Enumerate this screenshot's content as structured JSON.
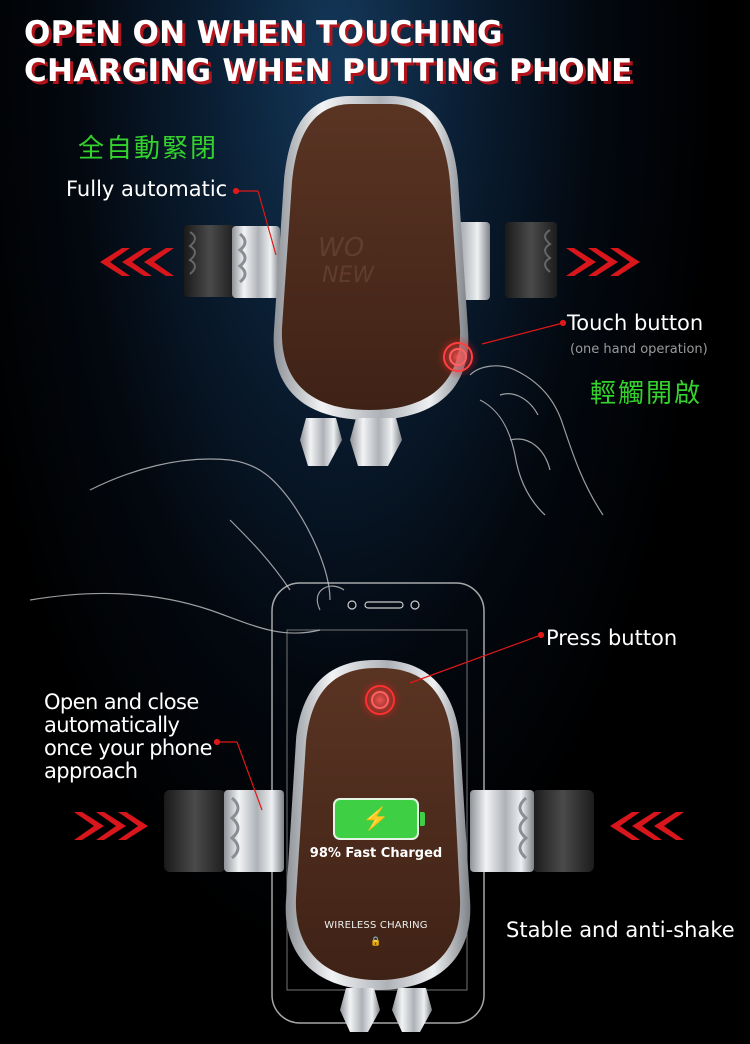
{
  "headline": {
    "line1": "OPEN ON WHEN TOUCHING",
    "line2": "CHARGING WHEN PUTTING PHONE"
  },
  "top_section": {
    "cjk_auto_close": "全自動緊閉",
    "fully_automatic": "Fully automatic",
    "touch_button": "Touch button",
    "touch_button_note": "(one hand operation)",
    "cjk_touch_open": "輕觸開啟",
    "pad_logo": "WO NEW"
  },
  "bottom_section": {
    "press_button": "Press button",
    "open_close_lines": [
      "Open and close",
      "automatically",
      "once your phone",
      "approach"
    ],
    "stable": "Stable and anti-shake",
    "battery_percent_label": "98% Fast Charged",
    "wireless_label": "WIRELESS CHARING",
    "bolt_icon": "⚡",
    "lock_icon": "🔒"
  },
  "colors": {
    "accent_red": "#e01818",
    "cjk_green": "#34d22c",
    "leather": "#4a2a1c",
    "chrome": "#cfd2d6",
    "battery_green": "#3fcf45"
  }
}
